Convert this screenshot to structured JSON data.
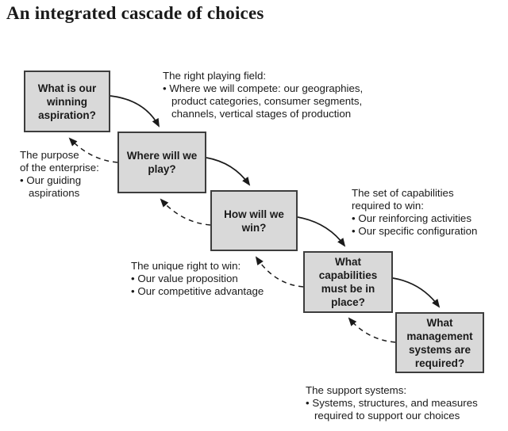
{
  "title": "An integrated cascade of choices",
  "colors": {
    "box-fill": "#d9d9d9",
    "box-border": "#3d3d3d",
    "ink": "#1a1a1a",
    "background": "#ffffff"
  },
  "boxes": [
    {
      "id": "winning-aspiration",
      "lines": [
        "What is our",
        "winning",
        "aspiration?"
      ]
    },
    {
      "id": "where-to-play",
      "lines": [
        "Where will we",
        "play?"
      ]
    },
    {
      "id": "how-to-win",
      "lines": [
        "How will we",
        "win?"
      ]
    },
    {
      "id": "capabilities",
      "lines": [
        "What",
        "capabilities",
        "must be in",
        "place?"
      ]
    },
    {
      "id": "management-systems",
      "lines": [
        "What",
        "management",
        "systems are",
        "required?"
      ]
    }
  ],
  "annotations": {
    "playing_field": {
      "lines": [
        "The right playing field:",
        "• Where we will compete: our geographies,",
        "product categories, consumer segments,",
        "channels, vertical stages of production"
      ]
    },
    "purpose": {
      "lines": [
        "The purpose",
        "of the enterprise:",
        "• Our guiding",
        "aspirations"
      ]
    },
    "capabilities": {
      "lines": [
        "The set of capabilities",
        "required to win:",
        "• Our reinforcing activities",
        "• Our specific configuration"
      ]
    },
    "unique_right": {
      "lines": [
        "The unique right to win:",
        "• Our value proposition",
        "• Our competitive advantage"
      ]
    },
    "support": {
      "lines": [
        "The support systems:",
        "• Systems, structures, and measures",
        "required to support our choices"
      ]
    }
  }
}
